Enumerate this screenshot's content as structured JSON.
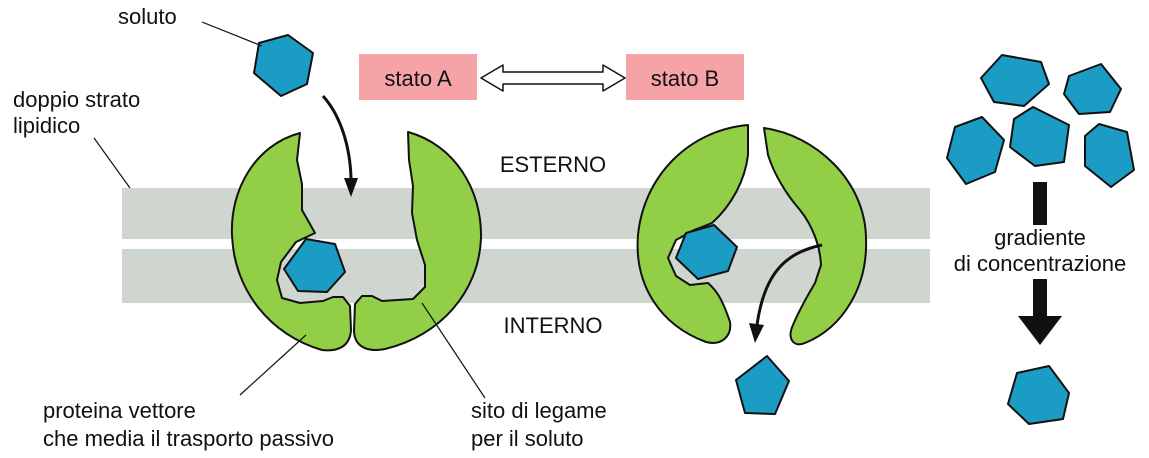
{
  "labels": {
    "solute": "soluto",
    "bilayer_line1": "doppio strato",
    "bilayer_line2": "lipidico",
    "state_a": "stato A",
    "state_b": "stato B",
    "outside": "ESTERNO",
    "inside": "INTERNO",
    "gradient_line1": "gradiente",
    "gradient_line2": "di concentrazione",
    "carrier_line1": "proteina vettore",
    "carrier_line2": "che media il trasporto passivo",
    "site_line1": "sito di legame",
    "site_line2": "per il soluto"
  },
  "colors": {
    "membrane": "#cfd6cf",
    "protein": "#92cf46",
    "solute": "#1b9cc4",
    "state_box": "#f6a3a8",
    "outline": "#111111"
  }
}
